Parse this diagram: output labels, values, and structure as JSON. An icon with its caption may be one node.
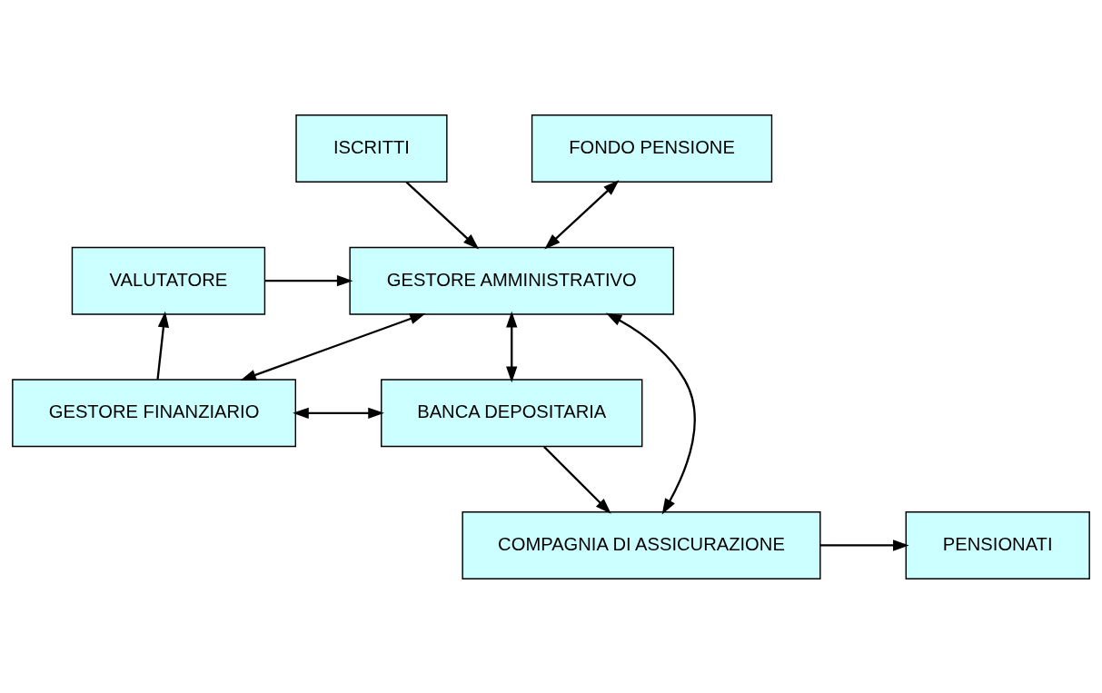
{
  "diagram": {
    "nodes": [
      {
        "text": [
          "ISCRITTI"
        ]
      },
      {
        "text": [
          "FONDO PENSIONE"
        ]
      },
      {
        "text": [
          "VALUTATORE"
        ]
      },
      {
        "text": [
          "GESTORE AMMINISTRATIVO"
        ]
      },
      {
        "text": [
          "GESTORE FINANZIARIO"
        ]
      },
      {
        "text": [
          "BANCA DEPOSITARIA"
        ]
      },
      {
        "text": [
          "COMPAGNIA DI ASSICURAZIONE"
        ]
      },
      {
        "text": [
          "PENSIONATI"
        ]
      }
    ],
    "edges": [
      {
        "from": 1,
        "to": 3,
        "arrow": "both"
      },
      {
        "from": 0,
        "to": 3,
        "arrow": "to"
      },
      {
        "from": 2,
        "to": 3,
        "arrow": "to"
      },
      {
        "from": 4,
        "to": 2,
        "arrow": "to"
      },
      {
        "from": 3,
        "to": 4,
        "arrow": "both"
      },
      {
        "from": 3,
        "to": 5,
        "arrow": "both"
      },
      {
        "from": 4,
        "to": 5,
        "arrow": "both"
      },
      {
        "from": 3,
        "to": 6,
        "arrow": "both"
      },
      {
        "from": 5,
        "to": 6,
        "arrow": "to"
      },
      {
        "from": 6,
        "to": 7,
        "arrow": "to"
      }
    ]
  }
}
